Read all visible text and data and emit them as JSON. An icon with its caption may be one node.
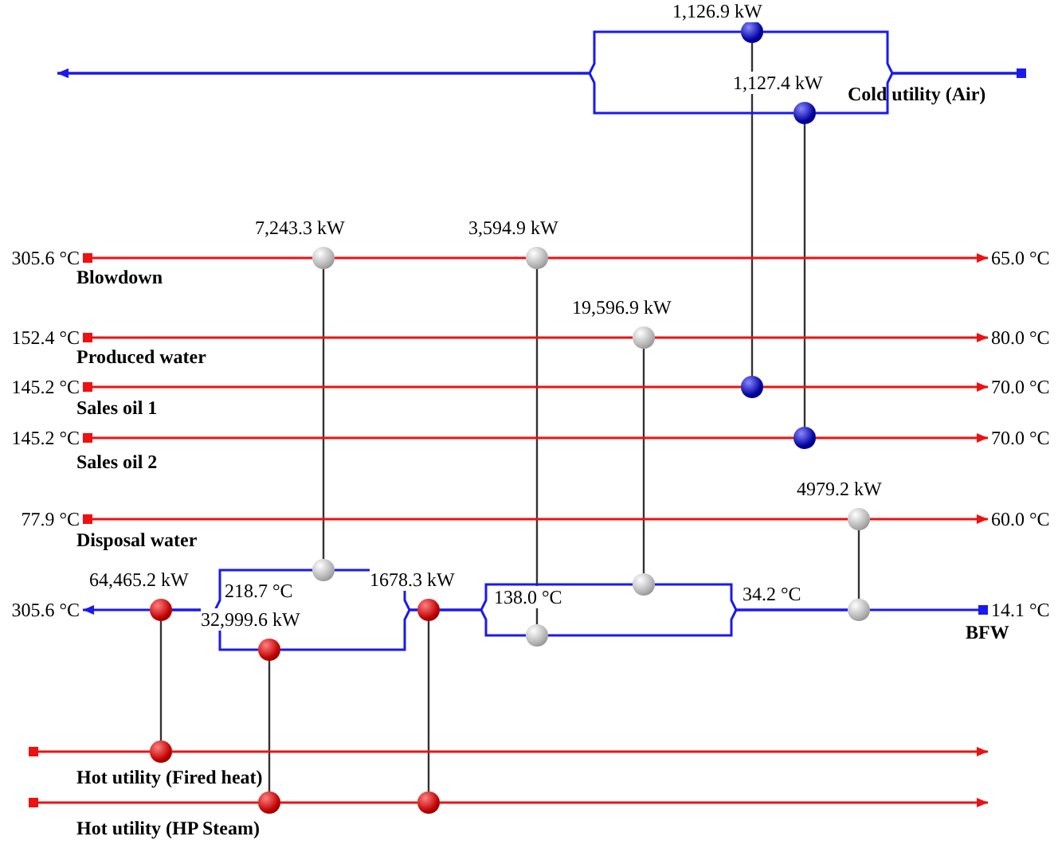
{
  "diagram": {
    "nodes": [
      {
        "text": [],
        "shape": "circle",
        "beside": [
          "1,126.9 kW"
        ]
      },
      {
        "text": [],
        "shape": "circle",
        "beside": [
          "1,127.4 kW"
        ]
      },
      {
        "text": [],
        "shape": "circle",
        "beside": [
          "7,243.3 kW"
        ]
      },
      {
        "text": [],
        "shape": "circle",
        "beside": [
          "3,594.9 kW"
        ]
      },
      {
        "text": [],
        "shape": "circle",
        "beside": [
          "19,596.9 kW"
        ]
      },
      {
        "text": [],
        "shape": "circle"
      },
      {
        "text": [],
        "shape": "circle"
      },
      {
        "text": [],
        "shape": "circle",
        "beside": [
          "4979.2 kW"
        ]
      },
      {
        "text": [],
        "shape": "circle"
      },
      {
        "text": [],
        "shape": "circle"
      },
      {
        "text": [],
        "shape": "circle",
        "beside": [
          "64,465.2 kW"
        ]
      },
      {
        "text": [],
        "shape": "circle",
        "beside": [
          "1678.3 kW"
        ]
      },
      {
        "text": [],
        "shape": "circle"
      },
      {
        "text": [],
        "shape": "circle",
        "beside": [
          "32,999.6 kW"
        ]
      },
      {
        "text": [],
        "shape": "circle"
      },
      {
        "text": [],
        "shape": "circle"
      },
      {
        "text": [],
        "shape": "circle"
      },
      {
        "text": [],
        "shape": "circle"
      },
      {
        "text": [
          "305.6 °C"
        ]
      },
      {
        "text": [
          "65.0 °C"
        ]
      },
      {
        "text": [
          "152.4 °C"
        ]
      },
      {
        "text": [
          "80.0 °C"
        ]
      },
      {
        "text": [
          "145.2 °C"
        ]
      },
      {
        "text": [
          "70.0 °C"
        ]
      },
      {
        "text": [
          "145.2 °C"
        ]
      },
      {
        "text": [
          "70.0 °C"
        ]
      },
      {
        "text": [
          "77.9 °C"
        ]
      },
      {
        "text": [
          "60.0 °C"
        ]
      },
      {
        "text": [
          "305.6 °C"
        ]
      },
      {
        "text": [
          "14.1 °C"
        ]
      }
    ],
    "edges": [
      {
        "from": 0,
        "to": 5,
        "arrow": "none",
        "color": "#333333"
      },
      {
        "from": 1,
        "to": 6,
        "arrow": "none",
        "color": "#333333"
      },
      {
        "from": 2,
        "to": 8,
        "arrow": "none",
        "color": "#333333"
      },
      {
        "from": 3,
        "to": 14,
        "arrow": "none",
        "color": "#333333"
      },
      {
        "from": 4,
        "to": 9,
        "arrow": "none",
        "color": "#333333"
      },
      {
        "from": 7,
        "to": 12,
        "arrow": "none",
        "color": "#333333"
      },
      {
        "from": 10,
        "to": 15,
        "arrow": "none",
        "color": "#333333"
      },
      {
        "from": 13,
        "to": 16,
        "arrow": "none",
        "color": "#333333"
      },
      {
        "from": 11,
        "to": 17,
        "arrow": "none",
        "color": "#333333"
      },
      {
        "from": null,
        "to": 0,
        "arrow": "other",
        "color": "#1a1aee"
      },
      {
        "from": null,
        "to": 1,
        "arrow": "other",
        "color": "#1a1aee"
      },
      {
        "from": 0,
        "to": null,
        "arrow": "to",
        "color": "#1a1aee"
      },
      {
        "from": 1,
        "to": null,
        "arrow": "to",
        "color": "#1a1aee"
      },
      {
        "from": 18,
        "to": 2,
        "arrow": "other"
      },
      {
        "from": 2,
        "to": 3,
        "arrow": "none"
      },
      {
        "from": 3,
        "to": 19,
        "arrow": "to"
      },
      {
        "from": 20,
        "to": 4,
        "arrow": "other"
      },
      {
        "from": 4,
        "to": 21,
        "arrow": "to"
      },
      {
        "from": 22,
        "to": 5,
        "arrow": "other"
      },
      {
        "from": 5,
        "to": 23,
        "arrow": "to"
      },
      {
        "from": 24,
        "to": 6,
        "arrow": "other"
      },
      {
        "from": 6,
        "to": 25,
        "arrow": "to"
      },
      {
        "from": 26,
        "to": 7,
        "arrow": "other"
      },
      {
        "from": 7,
        "to": 27,
        "arrow": "to"
      },
      {
        "from": 29,
        "to": 12,
        "arrow": "other",
        "color": "#1a1aee"
      },
      {
        "from": 12,
        "to": 9,
        "arrow": "none",
        "color": "#1a1aee"
      },
      {
        "from": 12,
        "to": 14,
        "arrow": "none",
        "color": "#1a1aee"
      },
      {
        "from": 9,
        "to": 11,
        "arrow": "none",
        "color": "#1a1aee"
      },
      {
        "from": 14,
        "to": 11,
        "arrow": "none",
        "color": "#1a1aee"
      },
      {
        "from": 11,
        "to": 8,
        "arrow": "none",
        "color": "#1a1aee"
      },
      {
        "from": 11,
        "to": 13,
        "arrow": "none",
        "color": "#1a1aee"
      },
      {
        "from": 8,
        "to": 10,
        "arrow": "none",
        "color": "#1a1aee"
      },
      {
        "from": 13,
        "to": 10,
        "arrow": "none",
        "color": "#1a1aee"
      },
      {
        "from": 10,
        "to": 28,
        "arrow": "to",
        "color": "#1a1aee"
      },
      {
        "from": null,
        "to": 15,
        "arrow": "other"
      },
      {
        "from": 15,
        "to": null,
        "arrow": "to"
      },
      {
        "from": null,
        "to": 16,
        "arrow": "other"
      },
      {
        "from": 16,
        "to": 17,
        "arrow": "none"
      },
      {
        "from": 17,
        "to": null,
        "arrow": "to"
      }
    ],
    "labels": [
      "Cold utility (Air)",
      "Blowdown",
      "Produced water",
      "Sales oil 1",
      "Sales oil 2",
      "Disposal water",
      "218.7 °C",
      "138.0 °C",
      "34.2 °C",
      "BFW",
      "Hot utility (Fired heat)",
      "Hot utility (HP Steam)"
    ]
  }
}
